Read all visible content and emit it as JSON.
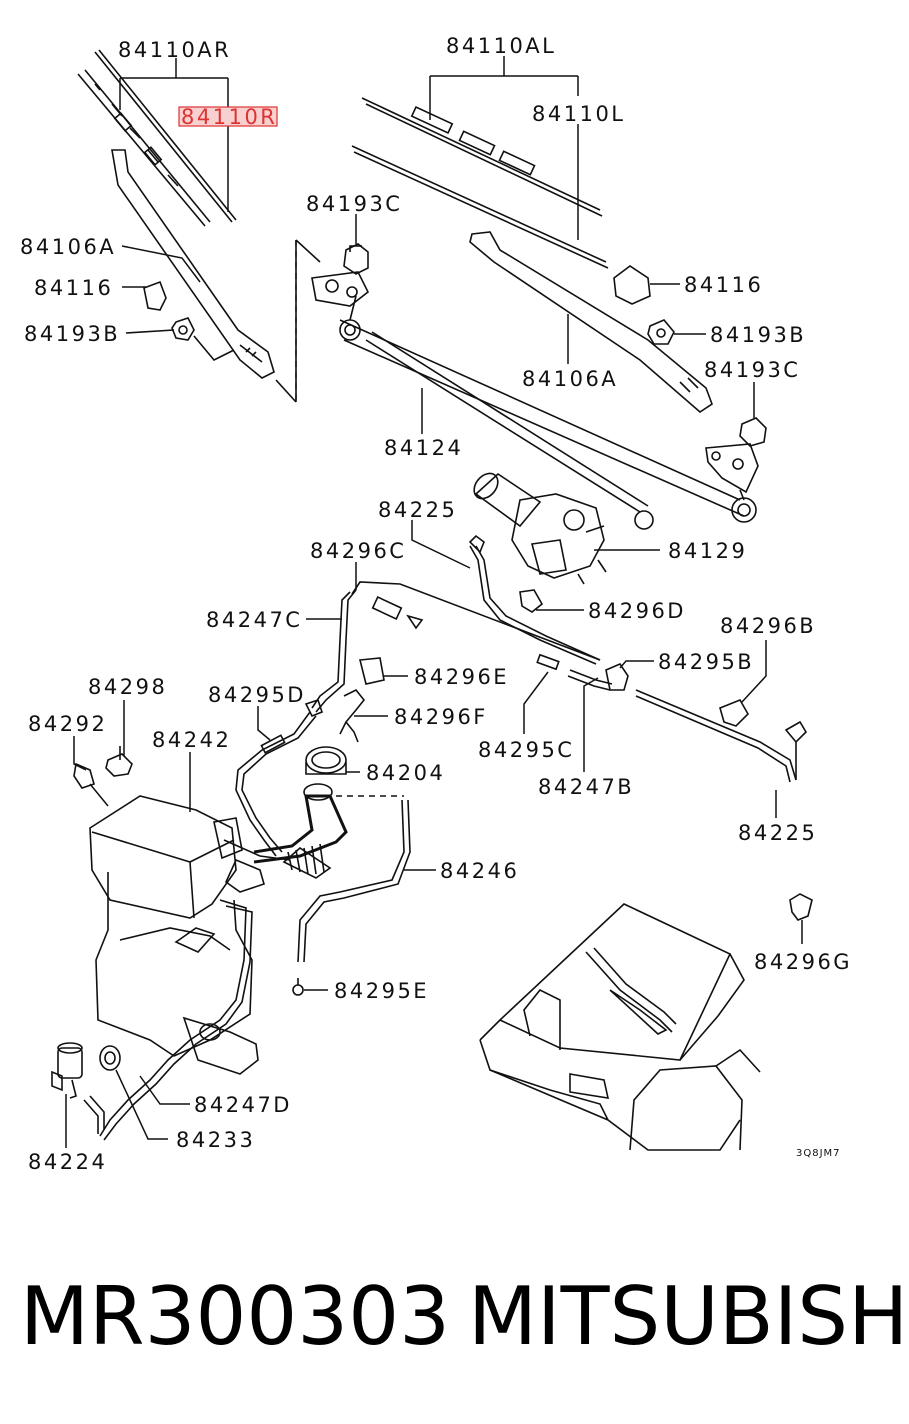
{
  "labels": {
    "p84110AR": "84110AR",
    "p84110R": "84110R",
    "p84110AL": "84110AL",
    "p84110L": "84110L",
    "p84193C_top": "84193C",
    "p84106A_left": "84106A",
    "p84116_left": "84116",
    "p84193B_left": "84193B",
    "p84116_right": "84116",
    "p84193B_right": "84193B",
    "p84106A_right": "84106A",
    "p84193C_right": "84193C",
    "p84124": "84124",
    "p84225_top": "84225",
    "p84129": "84129",
    "p84296C": "84296C",
    "p84296D": "84296D",
    "p84247C": "84247C",
    "p84296B": "84296B",
    "p84296E": "84296E",
    "p84295B": "84295B",
    "p84298": "84298",
    "p84295D": "84295D",
    "p84296F": "84296F",
    "p84292": "84292",
    "p84242": "84242",
    "p84295C": "84295C",
    "p84204": "84204",
    "p84247B": "84247B",
    "p84225_bottom": "84225",
    "p84246": "84246",
    "p84296G": "84296G",
    "p84295E": "84295E",
    "p84247D": "84247D",
    "p84233": "84233",
    "p84224": "84224",
    "diagram_code": "3Q8JM7"
  },
  "footer": {
    "part_number": "MR300303",
    "brand": "MITSUBISHI"
  },
  "colors": {
    "highlight": "#d33333"
  }
}
